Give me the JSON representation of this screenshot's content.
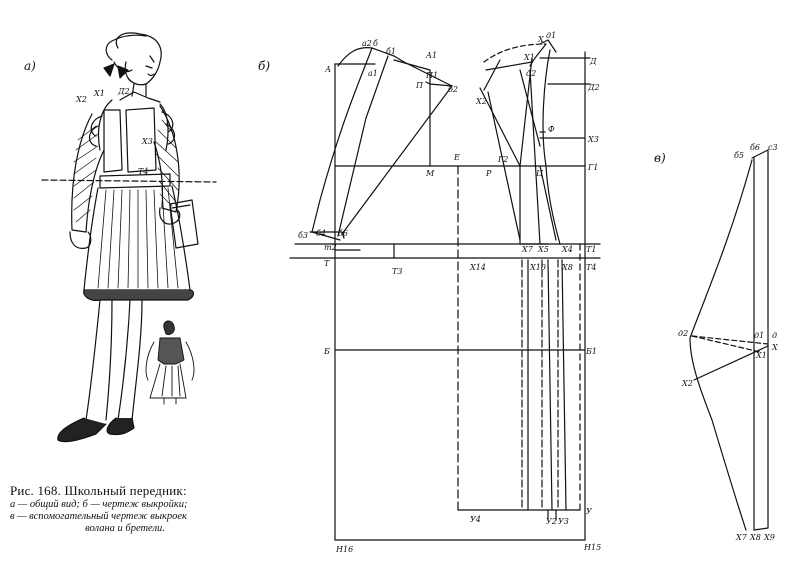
{
  "figure": {
    "panel_a_label": "а)",
    "panel_b_label": "б)",
    "panel_v_label": "в)"
  },
  "caption": {
    "title": "Рис. 168. Школьный передник:",
    "line1": "а — общий вид; б — чертеж выкройки;",
    "line2": "в — вспомогательный чертеж выкроек",
    "line3": "волана и бретели."
  },
  "labels_a": {
    "x2": "Х2",
    "x1": "Х1",
    "d2": "Д2",
    "x3": "Х3",
    "t4": "Т4"
  },
  "labels_b": {
    "A": "А",
    "a2": "а2",
    "b": "б",
    "b1": "б1",
    "a1": "а1",
    "A1": "А1",
    "P": "П",
    "P1": "П1",
    "b2": "б2",
    "x": "Х",
    "d1": "д1",
    "D": "Д",
    "D2": "Д2",
    "x1": "Х1",
    "d2": "д2",
    "x2": "Х2",
    "F": "Ф",
    "X3": "Х3",
    "E": "Е",
    "G2": "Г2",
    "P_r": "Р",
    "M": "М",
    "C": "Ц",
    "G1": "Г1",
    "b3": "б3",
    "b4": "б4",
    "b6": "б6",
    "x7": "Х7",
    "x5": "Х5",
    "x4": "Х4",
    "t2": "т2",
    "T1": "Т1",
    "T": "Т",
    "T3": "Т3",
    "x14": "Х14",
    "x10": "Х10",
    "x8": "Х8",
    "T4": "Т4",
    "B": "Б",
    "B1": "Б1",
    "y4": "У4",
    "y2": "У2",
    "y3": "У3",
    "y": "У",
    "H16": "Н16",
    "H15": "Н15"
  },
  "labels_v": {
    "b5": "б5",
    "b6": "б6",
    "c3": "с3",
    "d2": "д2",
    "d1": "д1",
    "d": "д",
    "X": "Х",
    "x1": "Х1",
    "x2": "Х2",
    "x7": "Х7",
    "x8": "Х8",
    "x9": "Х9"
  }
}
